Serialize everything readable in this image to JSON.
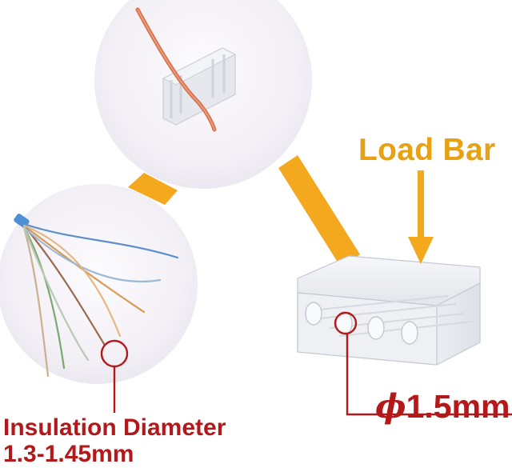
{
  "labels": {
    "load_bar": "Load Bar",
    "pin_diameter_symbol": "ϕ",
    "pin_diameter_value": "1.5mm",
    "insulation_title": "Insulation Diameter",
    "insulation_range": "1.3-1.45mm"
  },
  "colors": {
    "orange_accent": "#f4a81d",
    "load_bar_text": "#e7a113",
    "red_callout": "#b3191b",
    "circle_background": "#f3f0f6"
  }
}
